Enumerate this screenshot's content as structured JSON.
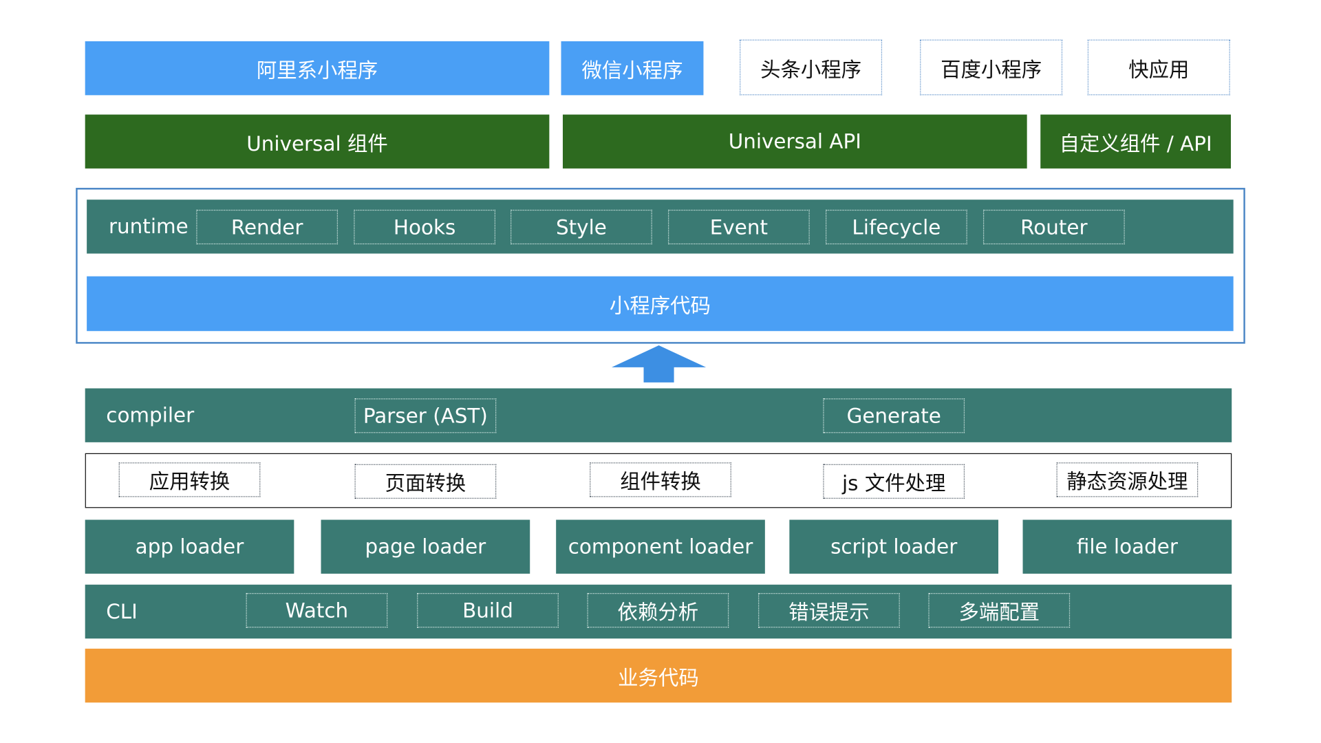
{
  "platforms": {
    "alibaba": "阿里系小程序",
    "wechat": "微信小程序",
    "toutiao": "头条小程序",
    "baidu": "百度小程序",
    "quickapp": "快应用"
  },
  "universal": {
    "components": "Universal 组件",
    "api": "Universal API",
    "custom": "自定义组件 / API"
  },
  "runtime": {
    "label": "runtime",
    "items": [
      "Render",
      "Hooks",
      "Style",
      "Event",
      "Lifecycle",
      "Router"
    ],
    "miniapp_code": "小程序代码"
  },
  "compiler": {
    "label": "compiler",
    "parser": "Parser (AST)",
    "generate": "Generate"
  },
  "transforms": [
    "应用转换",
    "页面转换",
    "组件转换",
    "js 文件处理",
    "静态资源处理"
  ],
  "loaders": [
    "app loader",
    "page loader",
    "component loader",
    "script loader",
    "file loader"
  ],
  "cli": {
    "label": "CLI",
    "items": [
      "Watch",
      "Build",
      "依赖分析",
      "错误提示",
      "多端配置"
    ]
  },
  "business_code": "业务代码",
  "colors": {
    "blue": "#4a9ff5",
    "green": "#2d6a1f",
    "teal": "#3a7a73",
    "orange": "#f29c38"
  }
}
